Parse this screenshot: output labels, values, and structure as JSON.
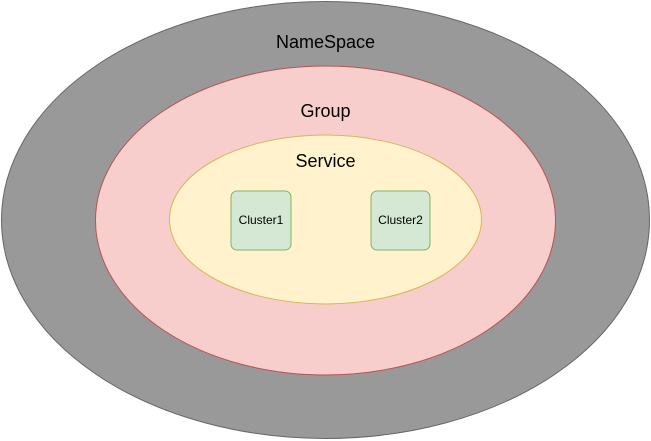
{
  "diagram": {
    "namespace": {
      "label": "NameSpace",
      "fill": "#999999",
      "stroke": "#666666"
    },
    "group": {
      "label": "Group",
      "fill": "#f8cecc",
      "stroke": "#b85450"
    },
    "service": {
      "label": "Service",
      "fill": "#fff2cc",
      "stroke": "#d6b656"
    },
    "clusters": [
      {
        "label": "Cluster1",
        "fill": "#d5e8d4",
        "stroke": "#82b366"
      },
      {
        "label": "Cluster2",
        "fill": "#d5e8d4",
        "stroke": "#82b366"
      }
    ]
  }
}
